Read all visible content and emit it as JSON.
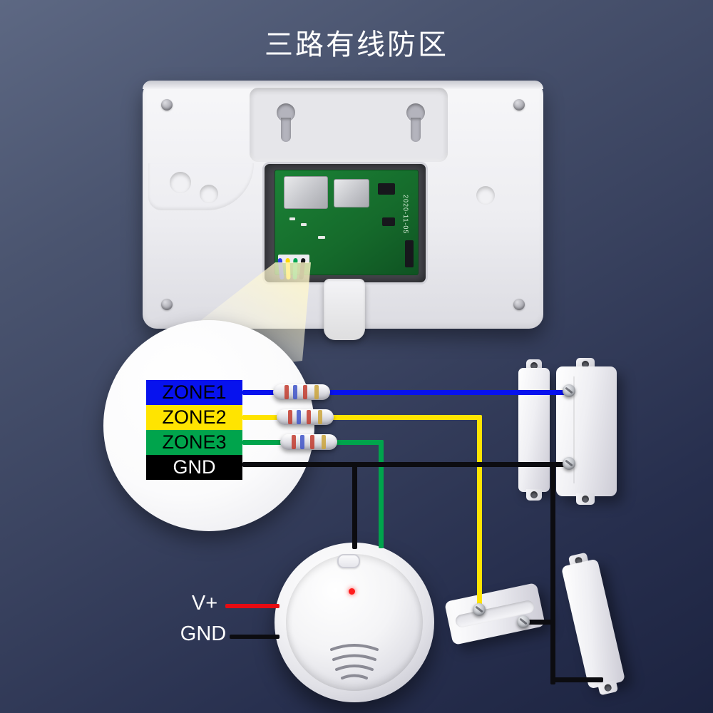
{
  "title": "三路有线防区",
  "panel": {
    "pcb_date_label": "2020-11-05"
  },
  "zones": [
    {
      "label": "ZONE1",
      "color": "#0712ee",
      "text_color": "#000000"
    },
    {
      "label": "ZONE2",
      "color": "#ffe400",
      "text_color": "#000000"
    },
    {
      "label": "ZONE3",
      "color": "#00a44c",
      "text_color": "#000000"
    },
    {
      "label": "GND",
      "color": "#000000",
      "text_color": "#ffffff"
    }
  ],
  "power": {
    "vplus_label": "V+",
    "gnd_label": "GND"
  },
  "colors": {
    "wire-blue": "#0712ee",
    "wire-yellow": "#ffe400",
    "wire-green": "#00a44c",
    "wire-black": "#0c0c10",
    "wire-red": "#e60b12"
  }
}
